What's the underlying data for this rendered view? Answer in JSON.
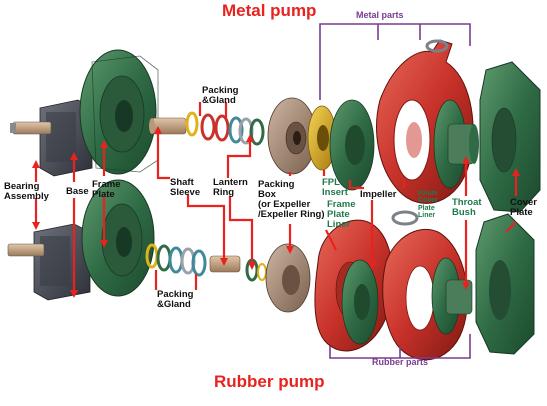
{
  "titles": {
    "top": "Metal pump",
    "bottom": "Rubber pump"
  },
  "groups": {
    "metal_parts": "Metal parts",
    "rubber_parts": "Rubber parts"
  },
  "labels": {
    "bearing_assembly": "Bearing\nAssembly",
    "base": "Base",
    "frame_plate": "Frame\nPlate",
    "shaft_sleeve": "Shaft\nSleeve",
    "lantern_ring": "Lantern\nRing",
    "packing_gland_top": "Packing\n&Gland",
    "packing_gland_bottom": "Packing\n&Gland",
    "packing_box": "Packing\nBox\n(or Expeller\n/Expeller Ring)",
    "fpl_insert": "FPL\nInsert",
    "frame_plate_liner": "Frame\nPlate\nLiner",
    "impeller": "Impeller",
    "volute": "Volute",
    "cover_plate_liner": "Cover\nPlate\nLiner",
    "throat_bush": "Throat\nBush",
    "cover_plate": "Cover\nPlate"
  },
  "colors": {
    "title": "#e8231f",
    "pointer": "#e8231f",
    "group_bracket": "#7a3b8f",
    "green_label": "#1f7a4a",
    "casting_green": "#2f6b45",
    "volute_red": "#c8322a",
    "base_grey": "#4a4d55",
    "fpl_yellow": "#e0b21a"
  }
}
